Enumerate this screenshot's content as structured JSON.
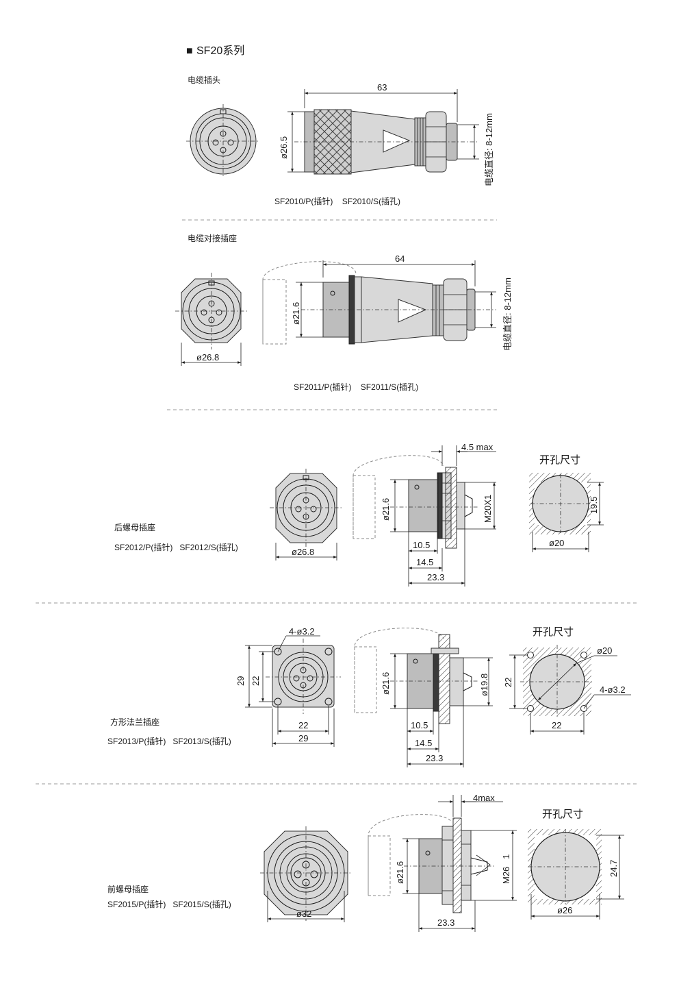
{
  "header": {
    "marker": "■",
    "title": "SF20系列"
  },
  "sections": {
    "cable_plug": {
      "title": "电缆插头",
      "dim_length": "63",
      "dim_diameter": "ø26.5",
      "cable_note": "电缆直径: 8-12mm",
      "models": "SF2010/P(插针)    SF2010/S(插孔)"
    },
    "cable_socket": {
      "title": "电缆对接插座",
      "dim_length": "64",
      "dim_diameter": "ø21.6",
      "dim_front": "ø26.8",
      "cable_note": "电缆直径: 8-12mm",
      "models": "SF2011/P(插针)    SF2011/S(插孔)"
    },
    "rear_nut": {
      "title": "后螺母插座",
      "models": "SF2012/P(插针)   SF2012/S(插孔)",
      "dim_front": "ø26.8",
      "dim_diameter": "ø21.6",
      "dim_panel": "4.5 max",
      "dim_thread": "M20X1",
      "dim_a": "10.5",
      "dim_b": "14.5",
      "dim_c": "23.3",
      "cutout_title": "开孔尺寸",
      "cutout_flat": "19.5",
      "cutout_diameter": "ø20"
    },
    "square_flange": {
      "title": "方形法兰插座",
      "models": "SF2013/P(插针)   SF2013/S(插孔)",
      "dim_holes": "4-ø3.2",
      "dim_outer_v": "29",
      "dim_inner_v": "22",
      "dim_inner_h": "22",
      "dim_outer_h": "29",
      "dim_diameter": "ø21.6",
      "dim_body": "ø19.8",
      "dim_a": "10.5",
      "dim_b": "14.5",
      "dim_c": "23.3",
      "cutout_title": "开孔尺寸",
      "cutout_diameter": "ø20",
      "cutout_holes": "4-ø3.2",
      "cutout_v": "22",
      "cutout_h": "22"
    },
    "front_nut": {
      "title": "前螺母插座",
      "models": "SF2015/P(插针)   SF2015/S(插孔)",
      "dim_front": "ø32",
      "dim_diameter": "ø21.6",
      "dim_panel": "4max",
      "dim_thread": "M26   1",
      "dim_c": "23.3",
      "cutout_title": "开孔尺寸",
      "cutout_flat": "24.7",
      "cutout_diameter": "ø26"
    }
  }
}
